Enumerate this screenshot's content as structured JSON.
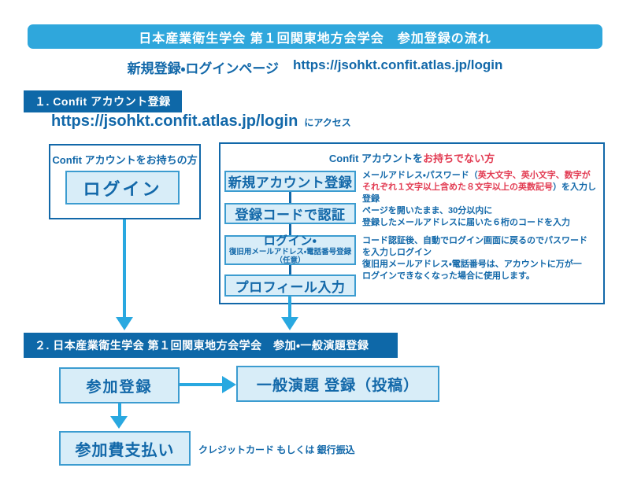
{
  "banner": {
    "title": "日本産業衛生学会 第１回関東地方会学会　参加登録の流れ"
  },
  "subtitle": {
    "label": "新規登録・ログインページ",
    "url": "https://jsohkt.confit.atlas.jp/login"
  },
  "section1": {
    "header": "１. Confit アカウント登録",
    "access": {
      "url": "https://jsohkt.confit.atlas.jp/login",
      "suffix": "にアクセス"
    },
    "have_account": {
      "title": "Confit アカウントをお持ちの方",
      "login": "ログイン"
    },
    "no_account": {
      "title_prefix": "Confit アカウントを",
      "title_highlight": "お持ちでない方",
      "steps": {
        "s1": "新規アカウント登録",
        "s2": "登録コードで認証",
        "s3": "ログイン・",
        "s3_sub": "復旧用メールアドレス・電話番号登録（任意）",
        "s4": "プロフィール入力"
      },
      "notes": {
        "n1_pre": "メールアドレス・パスワード（",
        "n1_red": "英大文字、英小文字、数字が\nそれぞれ１文字以上含めた８文字以上の英数記号",
        "n1_post": "）を入力し登録",
        "n2": "ページを開いたまま、30分以内に\n登録したメールアドレスに届いた６桁のコードを入力",
        "n3": "コード認証後、自動でログイン画面に戻るのでパスワード\nを入力しログイン\n復旧用メールアドレス・電話番号は、アカウントに万が一\nログインできなくなった場合に使用します。"
      }
    }
  },
  "section2": {
    "header": "２. 日本産業衛生学会 第１回関東地方会学会　参加・一般演題登録",
    "registration": "参加登録",
    "abstract": "一般演題 登録（投稿）",
    "payment": "参加費支払い",
    "payment_note": "クレジットカード もしくは 銀行振込"
  },
  "colors": {
    "banner_blue": "#2FA7DC",
    "header_blue": "#0E68A8",
    "text_blue": "#1268A9",
    "box_fill": "#D8EDF8",
    "box_border": "#3C9CD0",
    "arrow_blue": "#29A8E0",
    "alert_red": "#E23B52"
  }
}
